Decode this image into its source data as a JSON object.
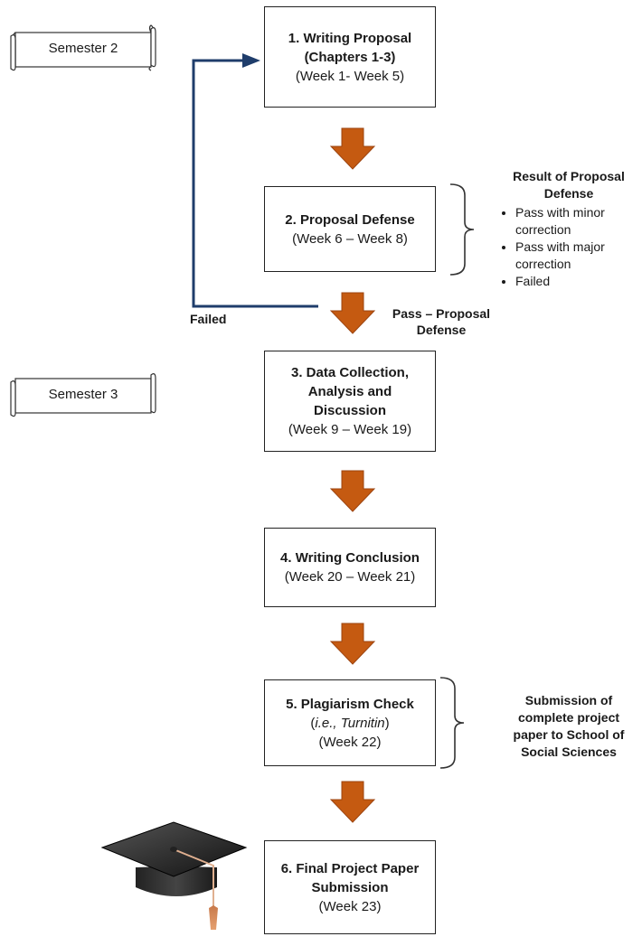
{
  "semesters": {
    "sem2": "Semester 2",
    "sem3": "Semester 3"
  },
  "steps": [
    {
      "line1": "1. Writing Proposal",
      "line2": "(Chapters 1-3)",
      "line3": "(Week 1- Week 5)"
    },
    {
      "line1": "2. Proposal Defense",
      "line2": "(Week 6 – Week 8)"
    },
    {
      "line1": "3. Data Collection,",
      "line2": "Analysis and",
      "line3": "Discussion",
      "line4": "(Week 9 – Week 19)"
    },
    {
      "line1": "4. Writing Conclusion",
      "line2": "(Week 20 – Week 21)"
    },
    {
      "line1": "5. Plagiarism Check",
      "line2_pre": "(",
      "line2_em": "i.e., Turnitin",
      "line2_post": ")",
      "line3": "(Week 22)"
    },
    {
      "line1": "6. Final Project Paper",
      "line2": "Submission",
      "line3": "(Week 23)"
    }
  ],
  "result": {
    "heading_line1": "Result of Proposal",
    "heading_line2": "Defense",
    "items": [
      "Pass with minor correction",
      "Pass with major correction",
      "Failed"
    ]
  },
  "failed_label": "Failed",
  "pass_label_line1": "Pass – Proposal",
  "pass_label_line2": "Defense",
  "submission_note": [
    "Submission of",
    "complete project",
    "paper to School of",
    "Social Sciences"
  ],
  "colors": {
    "arrow": "#c55a11",
    "arrow_dark": "#9c4410",
    "loop_line": "#1f3d6b"
  },
  "icons": {
    "scroll": "scroll-icon",
    "graduation_cap": "graduation-cap-icon"
  }
}
